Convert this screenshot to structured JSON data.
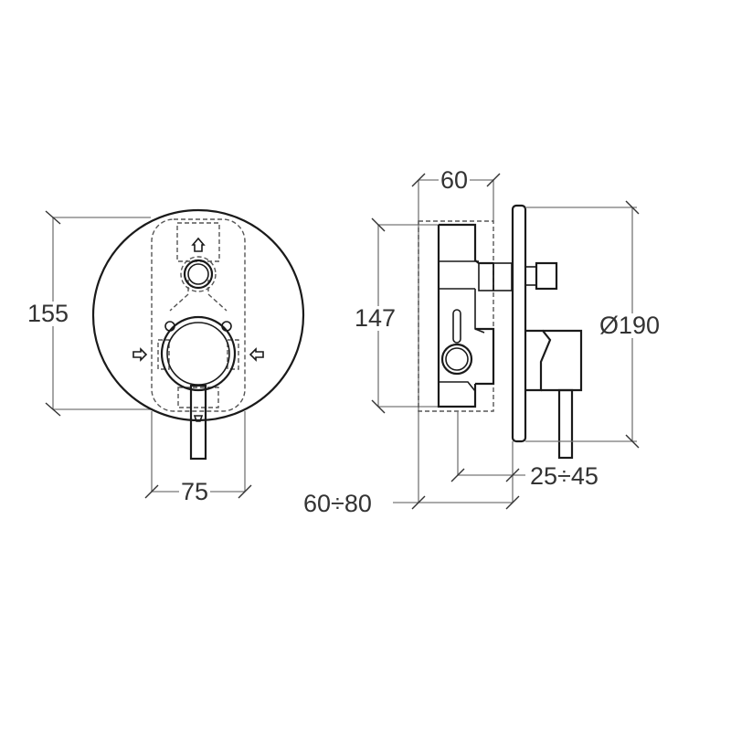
{
  "drawing": {
    "front_view": {
      "height_label": "155",
      "width_label": "75"
    },
    "side_view": {
      "depth_top_label": "60",
      "box_height_label": "147",
      "plate_diameter_label": "Ø190",
      "plate_offset_label": "25÷45",
      "wall_depth_label": "60÷80"
    },
    "colors": {
      "line": "#1a1a1a",
      "dimension": "#777777",
      "background": "#ffffff"
    }
  }
}
